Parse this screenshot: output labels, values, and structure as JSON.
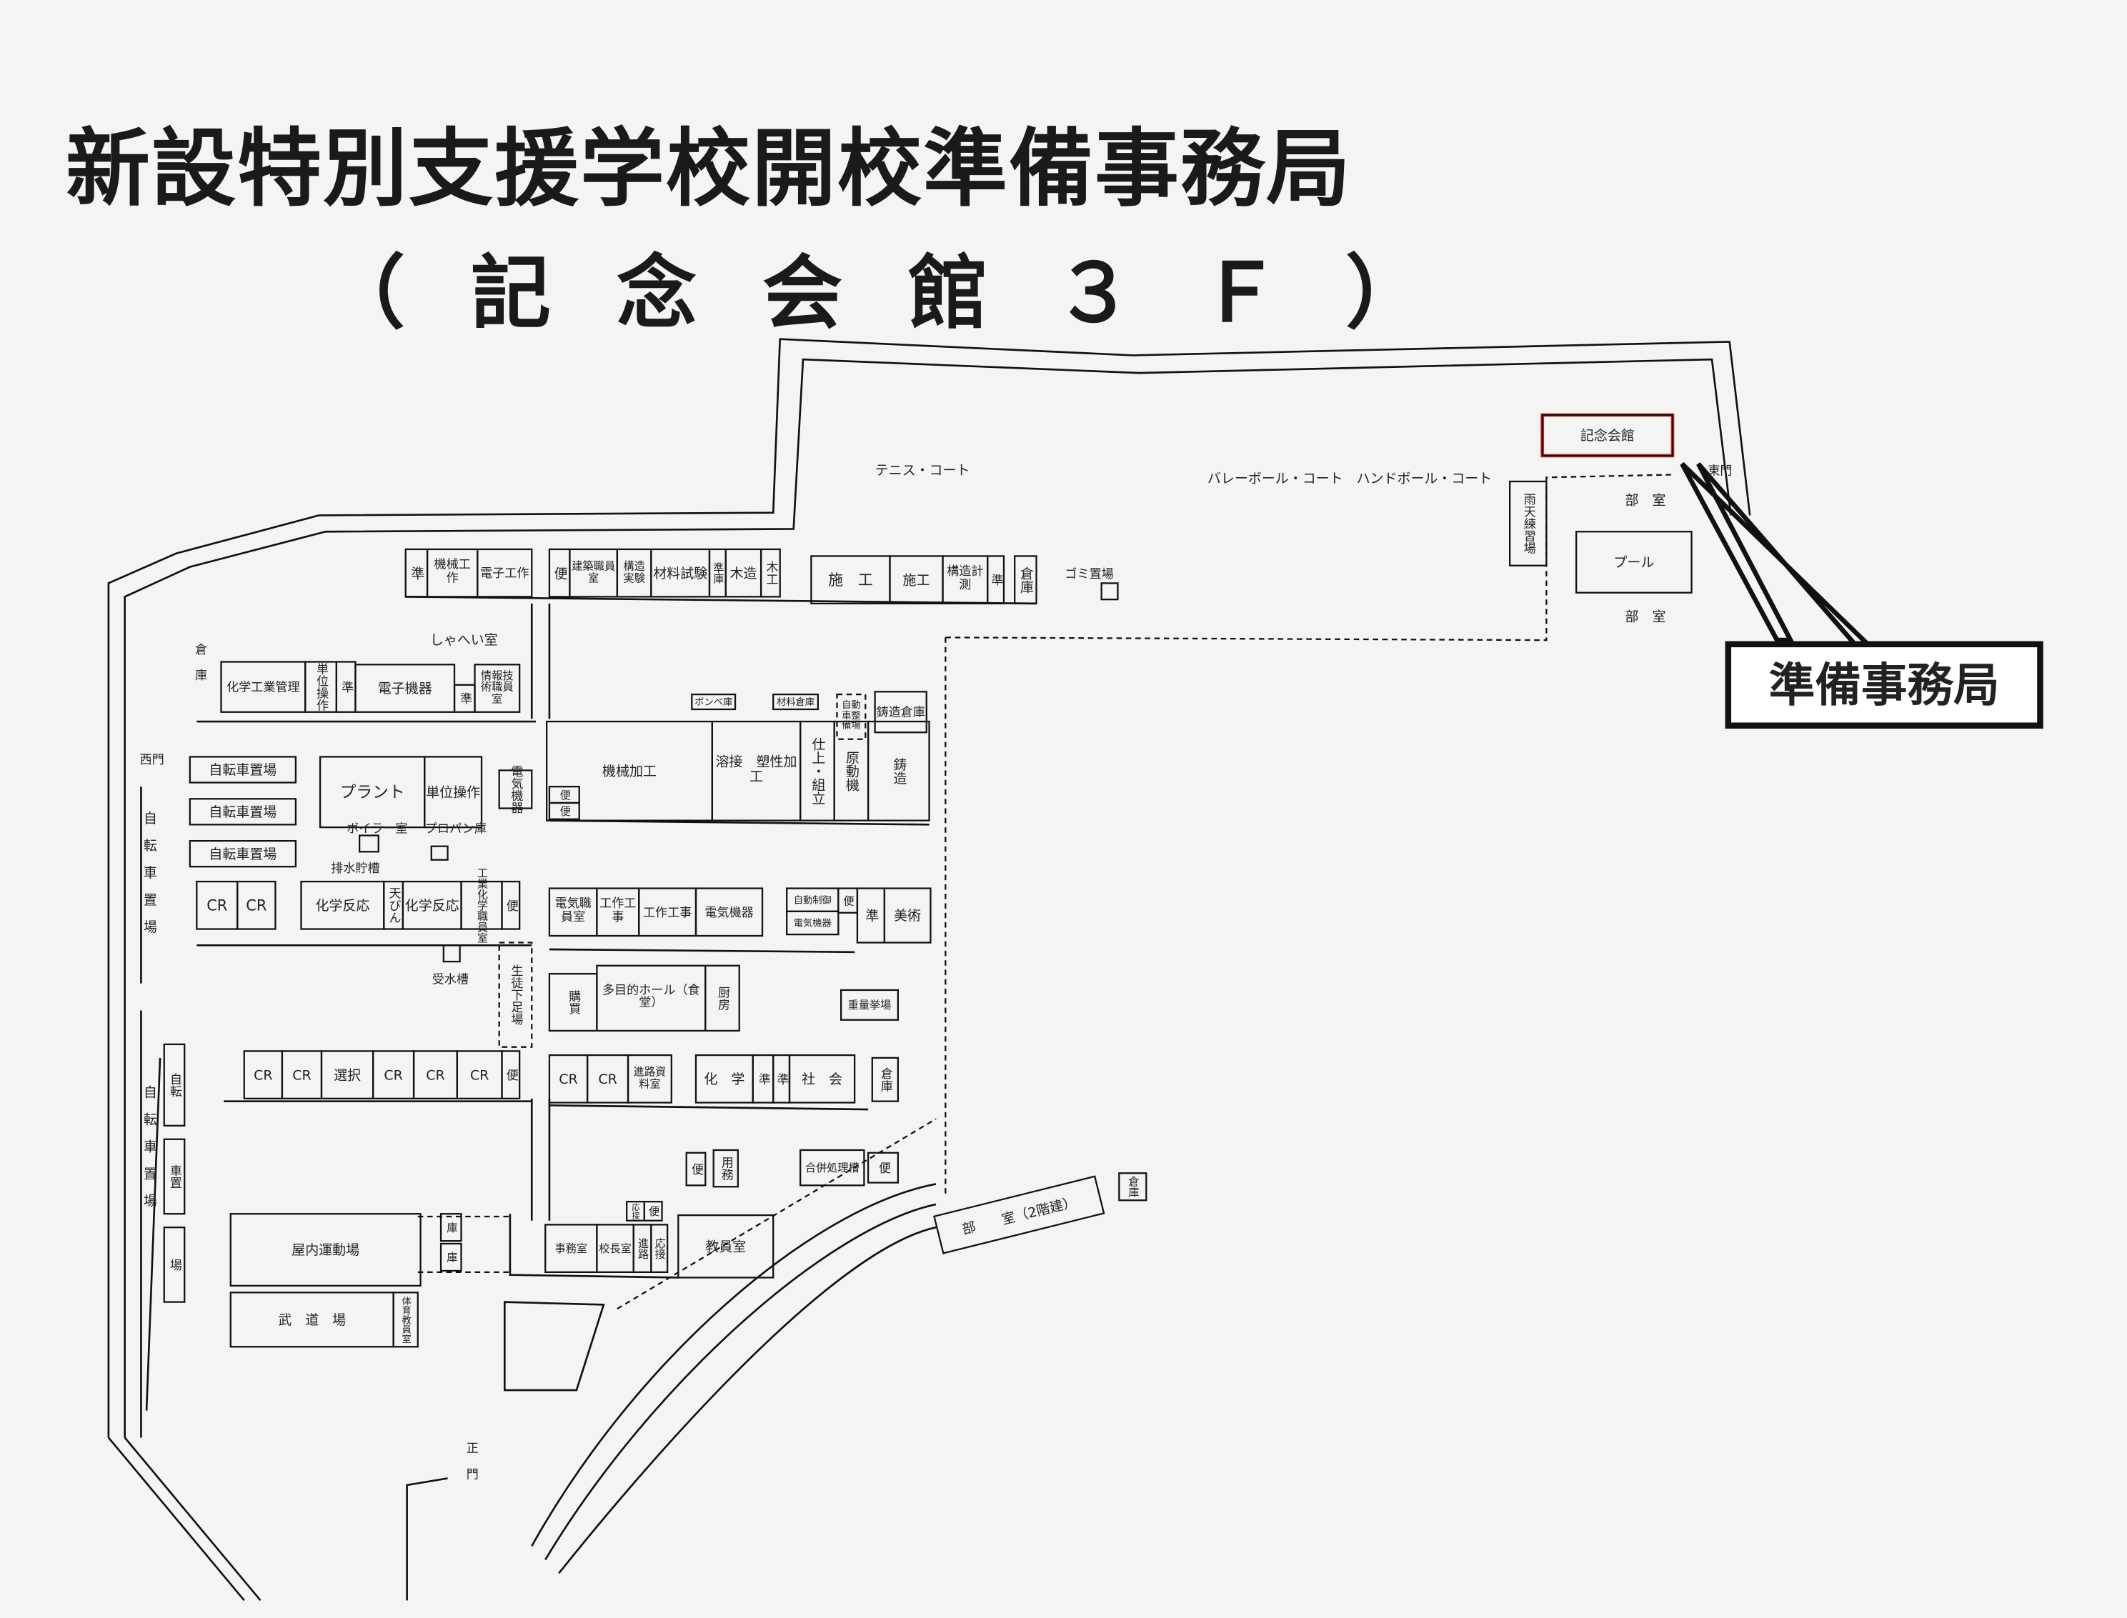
{
  "header": {
    "title": "新設特別支援学校開校準備事務局",
    "subtitle": "（記念会館３Ｆ）"
  },
  "callout": {
    "label": "準備事務局",
    "highlight_building": "記念会館",
    "highlight_color": "#d42a2a"
  },
  "areas": {
    "tennis": "テニス・コート",
    "volley_hand": "バレーボール・コート　ハンドボール・コート",
    "east_gate": "東門",
    "west_gate": "西門",
    "main_gate": "正門",
    "garbage": "ゴミ置場",
    "shahei": "しゃへい室",
    "boiler": "ボイラー室",
    "propane": "プロパン庫",
    "drain_tank": "排水貯槽",
    "water_tank": "受水槽",
    "storage_left": "倉庫",
    "bike_left_1": "自転車置場",
    "bike_left_2": "自転車置場",
    "pool_club_top": "部　室",
    "pool_club_bottom": "部　室",
    "club_building": "部　　室（2階建）"
  },
  "rooms": [
    {
      "label": "準"
    },
    {
      "label": "機械工作"
    },
    {
      "label": "電子工作"
    },
    {
      "label": "便"
    },
    {
      "label": "建築職員室"
    },
    {
      "label": "構造実験"
    },
    {
      "label": "材料試験"
    },
    {
      "label": "準庫"
    },
    {
      "label": "木造"
    },
    {
      "label": "木工"
    },
    {
      "label": "施　工"
    },
    {
      "label": "施工"
    },
    {
      "label": "構造計測"
    },
    {
      "label": "準"
    },
    {
      "label": "倉庫"
    },
    {
      "label": "化学工業管理"
    },
    {
      "label": "単位操作"
    },
    {
      "label": "準"
    },
    {
      "label": "電子機器"
    },
    {
      "label": "準"
    },
    {
      "label": "情報技術職員室"
    },
    {
      "label": "自転車置場"
    },
    {
      "label": "自転車置場"
    },
    {
      "label": "自転車置場"
    },
    {
      "label": "プラント"
    },
    {
      "label": "単位操作"
    },
    {
      "label": "電気機器"
    },
    {
      "label": "ボンベ庫"
    },
    {
      "label": "材料倉庫"
    },
    {
      "label": "自動車整備場"
    },
    {
      "label": "鋳造倉庫"
    },
    {
      "label": "機械加工"
    },
    {
      "label": "溶接　塑性加工"
    },
    {
      "label": "仕上・組立"
    },
    {
      "label": "原動機"
    },
    {
      "label": "鋳造"
    },
    {
      "label": "便"
    },
    {
      "label": "便"
    },
    {
      "label": "CR"
    },
    {
      "label": "CR"
    },
    {
      "label": "化学反応"
    },
    {
      "label": "天びん"
    },
    {
      "label": "化学反応"
    },
    {
      "label": "工業化学職員室"
    },
    {
      "label": "便"
    },
    {
      "label": "電気職員室"
    },
    {
      "label": "工作工事"
    },
    {
      "label": "工作工事"
    },
    {
      "label": "電気機器"
    },
    {
      "label": "自動制御"
    },
    {
      "label": "電気機器"
    },
    {
      "label": "便"
    },
    {
      "label": "準"
    },
    {
      "label": "美術"
    },
    {
      "label": "生徒下足場"
    },
    {
      "label": "購買"
    },
    {
      "label": "多目的ホール（食堂）"
    },
    {
      "label": "厨房"
    },
    {
      "label": "重量挙場"
    },
    {
      "label": "CR"
    },
    {
      "label": "CR"
    },
    {
      "label": "選択"
    },
    {
      "label": "CR"
    },
    {
      "label": "CR"
    },
    {
      "label": "CR"
    },
    {
      "label": "便"
    },
    {
      "label": "CR"
    },
    {
      "label": "CR"
    },
    {
      "label": "進路資料室"
    },
    {
      "label": "化　学"
    },
    {
      "label": "準"
    },
    {
      "label": "準"
    },
    {
      "label": "社　会"
    },
    {
      "label": "倉庫"
    },
    {
      "label": "便"
    },
    {
      "label": "用務"
    },
    {
      "label": "合併処理槽"
    },
    {
      "label": "便"
    },
    {
      "label": "応接"
    },
    {
      "label": "便"
    },
    {
      "label": "事務室"
    },
    {
      "label": "校長室"
    },
    {
      "label": "進路"
    },
    {
      "label": "応接"
    },
    {
      "label": "教員室"
    },
    {
      "label": "庫"
    },
    {
      "label": "庫"
    },
    {
      "label": "屋内運動場"
    },
    {
      "label": "武　道　場"
    },
    {
      "label": "体育教員室"
    },
    {
      "label": "倉庫"
    },
    {
      "label": "記念会館"
    },
    {
      "label": "雨天練習場"
    },
    {
      "label": "プール"
    },
    {
      "label": "自転"
    },
    {
      "label": "車置"
    },
    {
      "label": "場"
    }
  ]
}
